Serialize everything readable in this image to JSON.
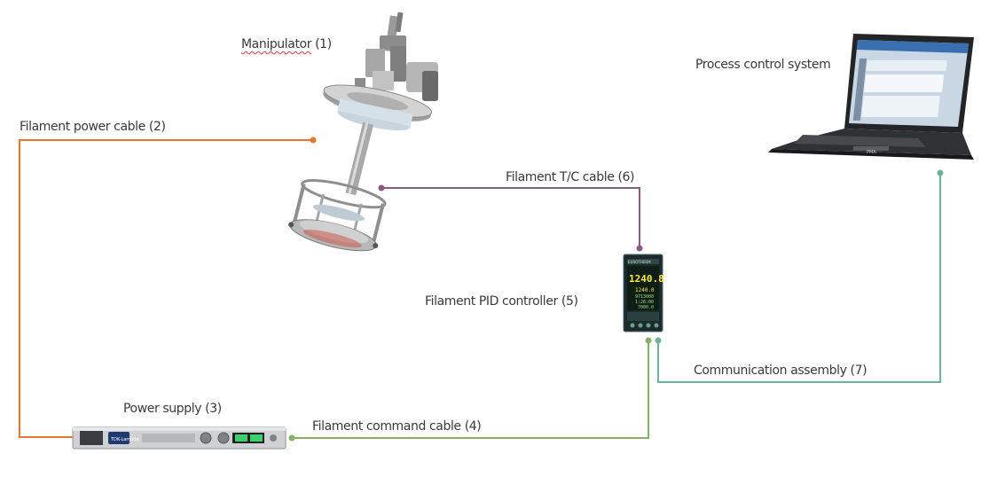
{
  "labels": {
    "manipulator": "Manipulator",
    "manipulator_num": "(1)",
    "filament_power_cable": "Filament power cable  (2)",
    "filament_tc_cable": "Filament T/C cable (6)",
    "process_control_system": "Process control system",
    "filament_pid_controller": "Filament PID controller  (5)",
    "communication_assembly": "Communication assembly  (7)",
    "power_supply": "Power supply  (3)",
    "filament_command_cable": "Filament command cable  (4)"
  },
  "controller_display": {
    "brand": "EUROTHERM",
    "main_value": "1240.8",
    "setpoint": "1240.0",
    "line3": "9713000",
    "line4": "1:28:00",
    "line5": "7000.0"
  },
  "power_supply_brand": "TDK-Lambda",
  "laptop_brand": "PMA",
  "colors": {
    "power_cable": "#e8762e",
    "tc_cable": "#8a5a84",
    "command_cable": "#86b168",
    "comm_cable": "#6db396",
    "label_text": "#3a3a3a"
  }
}
